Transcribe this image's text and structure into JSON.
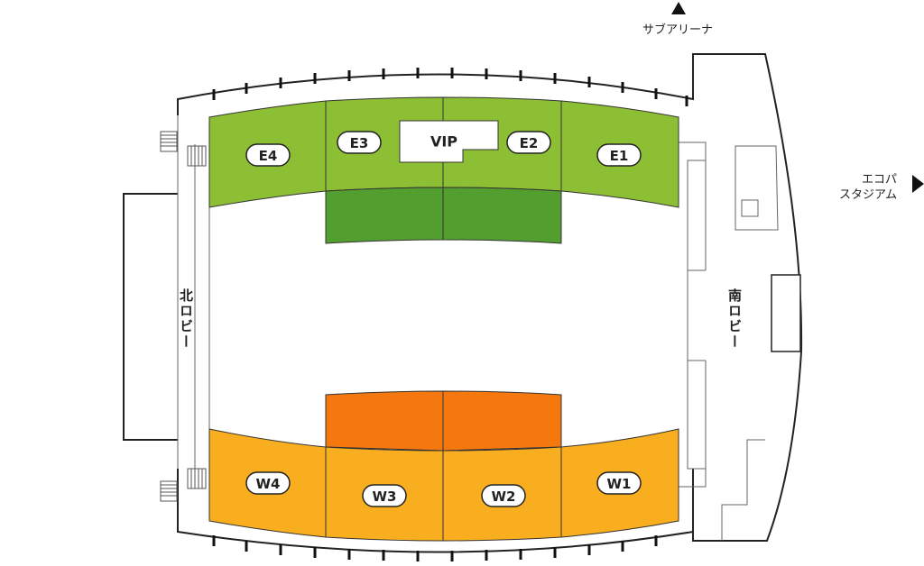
{
  "colors": {
    "east_upper": "#8dbf35",
    "east_lower": "#529e2f",
    "west_upper": "#f9ae1f",
    "west_lower": "#f5780f"
  },
  "directions": {
    "sub_arena": "サブアリーナ",
    "ecopa_line1": "エコパ",
    "ecopa_line2": "スタジアム"
  },
  "lobbies": {
    "north": "北ロビー",
    "south": "南ロビー"
  },
  "sections": {
    "E4": "E4",
    "E3": "E3",
    "VIP": "VIP",
    "E2": "E2",
    "E1": "E1",
    "W4": "W4",
    "W3": "W3",
    "W2": "W2",
    "W1": "W1"
  }
}
